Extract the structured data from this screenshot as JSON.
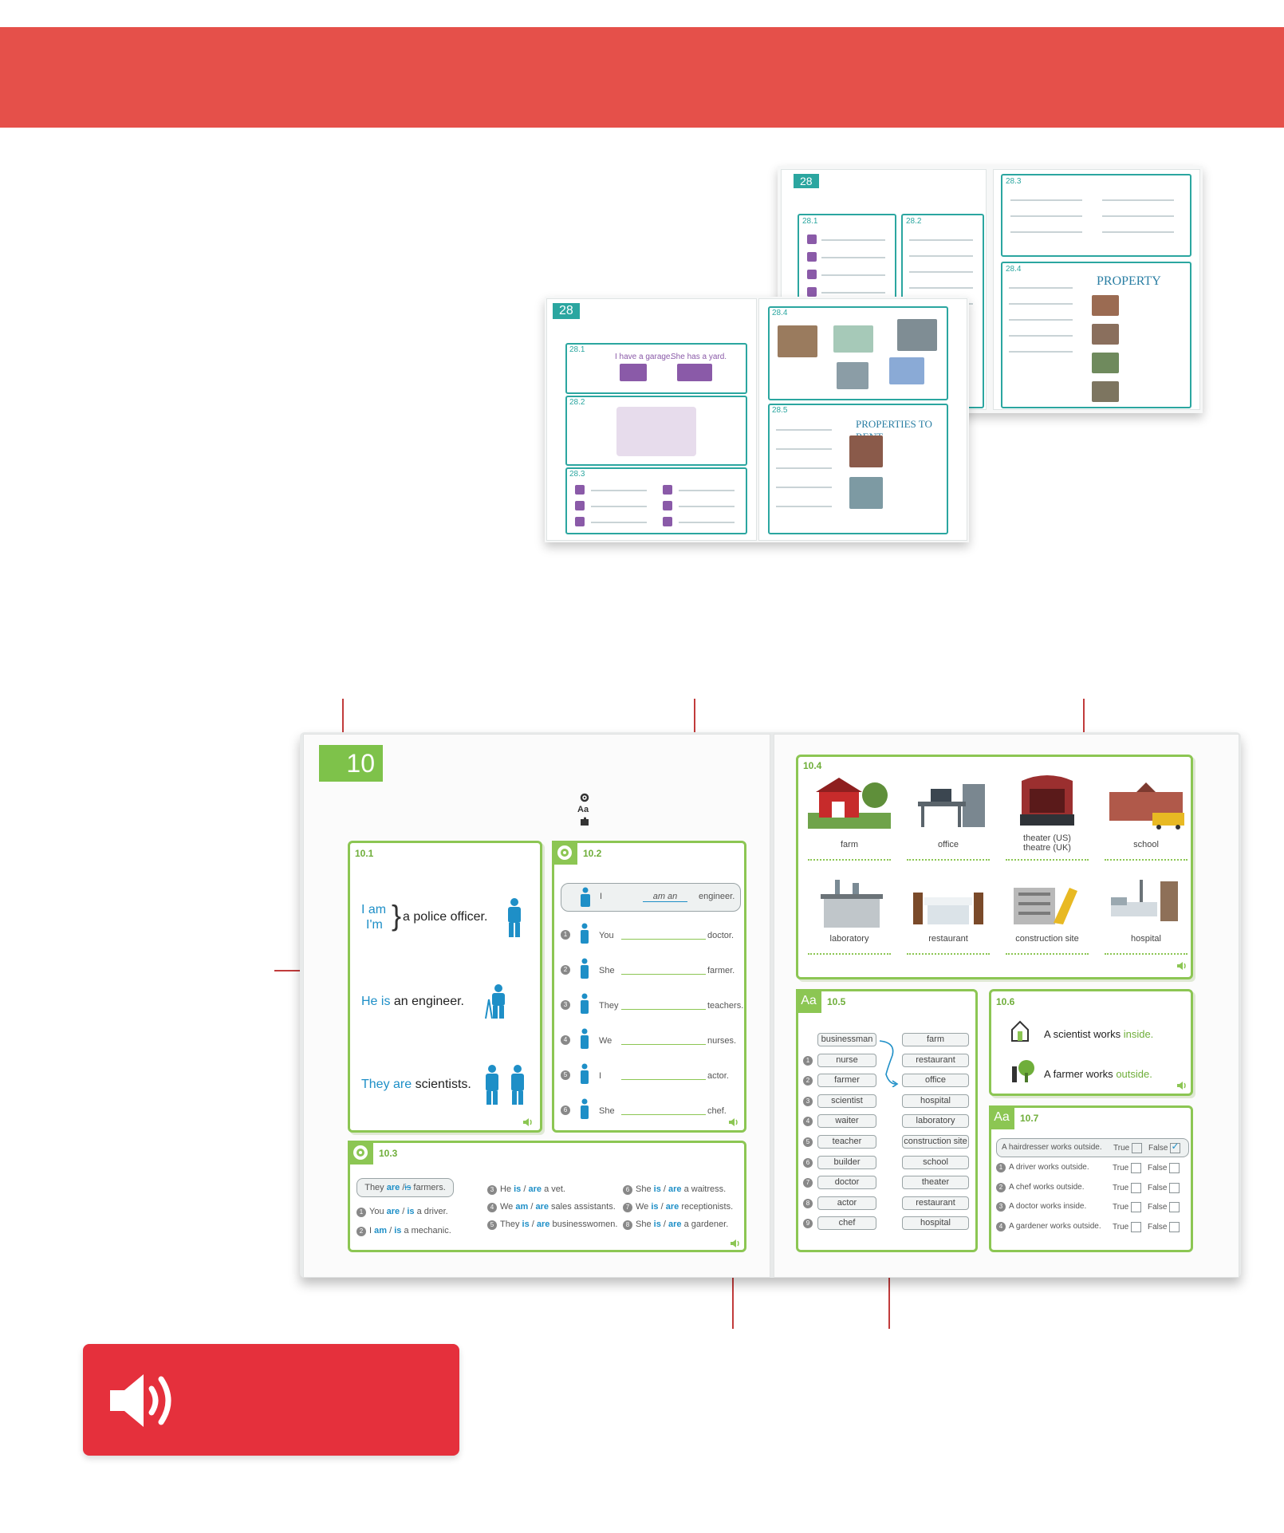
{
  "back_spread": {
    "unit_number": "28",
    "section_a": "28.1",
    "section_b": "28.2",
    "section_c": "28.3",
    "section_d": "28.4",
    "article_title": "PROPERTY"
  },
  "front_spread": {
    "unit_number": "28",
    "sections": [
      "28.1",
      "28.2",
      "28.3",
      "28.4",
      "28.5"
    ],
    "example_1": "I have a garage.",
    "example_2": "She has a yard.",
    "article_title": "PROPERTIES TO RENT"
  },
  "spread": {
    "unit_number": "10",
    "s101": {
      "label": "10.1",
      "line1_a": "I am",
      "line1_b": "I'm",
      "line1_c": "a police officer.",
      "line2_a": "He is",
      "line2_b": "an engineer.",
      "line3_a": "They are",
      "line3_b": "scientists."
    },
    "s102": {
      "label": "10.2",
      "example_subject": "I",
      "example_answer": "am an",
      "example_end": "engineer.",
      "rows": [
        {
          "n": "1",
          "subject": "You",
          "end": "doctor."
        },
        {
          "n": "2",
          "subject": "She",
          "end": "farmer."
        },
        {
          "n": "3",
          "subject": "They",
          "end": "teachers."
        },
        {
          "n": "4",
          "subject": "We",
          "end": "nurses."
        },
        {
          "n": "5",
          "subject": "I",
          "end": "actor."
        },
        {
          "n": "6",
          "subject": "She",
          "end": "chef."
        }
      ]
    },
    "s103": {
      "label": "10.3",
      "example_a": "They",
      "example_b": "are",
      "example_c": "/",
      "example_d": "is",
      "example_e": "farmers.",
      "items": [
        {
          "n": "1",
          "a": "You",
          "opt1": "are",
          "opt2": "is",
          "b": "a driver."
        },
        {
          "n": "2",
          "a": "I",
          "opt1": "am",
          "opt2": "is",
          "b": "a mechanic."
        },
        {
          "n": "3",
          "a": "He",
          "opt1": "is",
          "opt2": "are",
          "b": "a vet."
        },
        {
          "n": "4",
          "a": "We",
          "opt1": "am",
          "opt2": "are",
          "b": "sales assistants."
        },
        {
          "n": "5",
          "a": "They",
          "opt1": "is",
          "opt2": "are",
          "b": "businesswomen."
        },
        {
          "n": "6",
          "a": "She",
          "opt1": "is",
          "opt2": "are",
          "b": "a waitress."
        },
        {
          "n": "7",
          "a": "We",
          "opt1": "is",
          "opt2": "are",
          "b": "receptionists."
        },
        {
          "n": "8",
          "a": "She",
          "opt1": "is",
          "opt2": "are",
          "b": "a gardener."
        }
      ]
    },
    "s104": {
      "label": "10.4",
      "places": [
        "farm",
        "office",
        "theater (US)",
        "theatre (UK)",
        "school",
        "laboratory",
        "restaurant",
        "construction site",
        "hospital"
      ]
    },
    "s105": {
      "label": "10.5",
      "icon_text": "Aa",
      "jobs": [
        "businessman",
        "nurse",
        "farmer",
        "scientist",
        "waiter",
        "teacher",
        "builder",
        "doctor",
        "actor",
        "chef"
      ],
      "job_nums": [
        "",
        "1",
        "2",
        "3",
        "4",
        "5",
        "6",
        "7",
        "8",
        "9"
      ],
      "places": [
        "farm",
        "restaurant",
        "office",
        "hospital",
        "laboratory",
        "construction site",
        "school",
        "theater",
        "restaurant",
        "hospital"
      ]
    },
    "s106": {
      "label": "10.6",
      "line1_a": "A scientist works",
      "line1_b": "inside.",
      "line2_a": "A farmer works",
      "line2_b": "outside."
    },
    "s107": {
      "label": "10.7",
      "icon_text": "Aa",
      "true_label": "True",
      "false_label": "False",
      "check_mark": "✓",
      "items": [
        {
          "n": "",
          "text": "A hairdresser works outside."
        },
        {
          "n": "1",
          "text": "A driver works outside."
        },
        {
          "n": "2",
          "text": "A chef works outside."
        },
        {
          "n": "3",
          "text": "A doctor works inside."
        },
        {
          "n": "4",
          "text": "A gardener works outside."
        }
      ]
    }
  },
  "colors": {
    "banner": "#e5504a",
    "audio_card": "#e5303c",
    "accent_green": "#8cc653",
    "accent_blue": "#1e8fc7",
    "accent_teal": "#2ba6a0",
    "pointer": "#c13b3b"
  },
  "icons": [
    "speaker-icon",
    "gear-icon",
    "aa-icon",
    "puzzle-icon"
  ]
}
